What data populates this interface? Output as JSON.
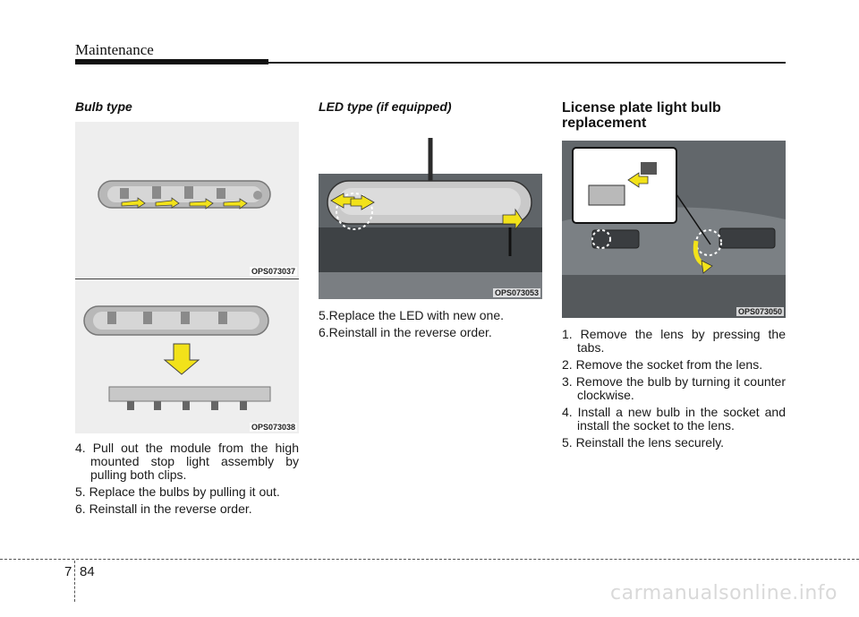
{
  "header": {
    "section": "Maintenance"
  },
  "col1": {
    "subhead": "Bulb type",
    "fig1_caption": "OPS073037",
    "fig2_caption": "OPS073038",
    "steps": [
      "4. Pull out the module from the high mounted stop light assembly by pulling both clips.",
      "5. Replace the bulbs by pulling it out.",
      "6. Reinstall in the reverse order."
    ]
  },
  "col2": {
    "subhead": "LED type (if equipped)",
    "fig_caption": "OPS073053",
    "steps": [
      "5.Replace the LED with new one.",
      "6.Reinstall in the reverse order."
    ]
  },
  "col3": {
    "heading": "License plate light bulb replacement",
    "fig_caption": "OPS073050",
    "steps": [
      "1. Remove the lens by pressing the tabs.",
      "2. Remove the socket from the lens.",
      "3. Remove the bulb by turning it counter clockwise.",
      "4. Install a new bulb in the socket and install the socket to the lens.",
      "5. Reinstall the lens securely."
    ]
  },
  "footer": {
    "chapter": "7",
    "page": "84",
    "watermark": "carmanualsonline.info"
  },
  "colors": {
    "arrow": "#f2e21a",
    "ink": "#111111"
  }
}
